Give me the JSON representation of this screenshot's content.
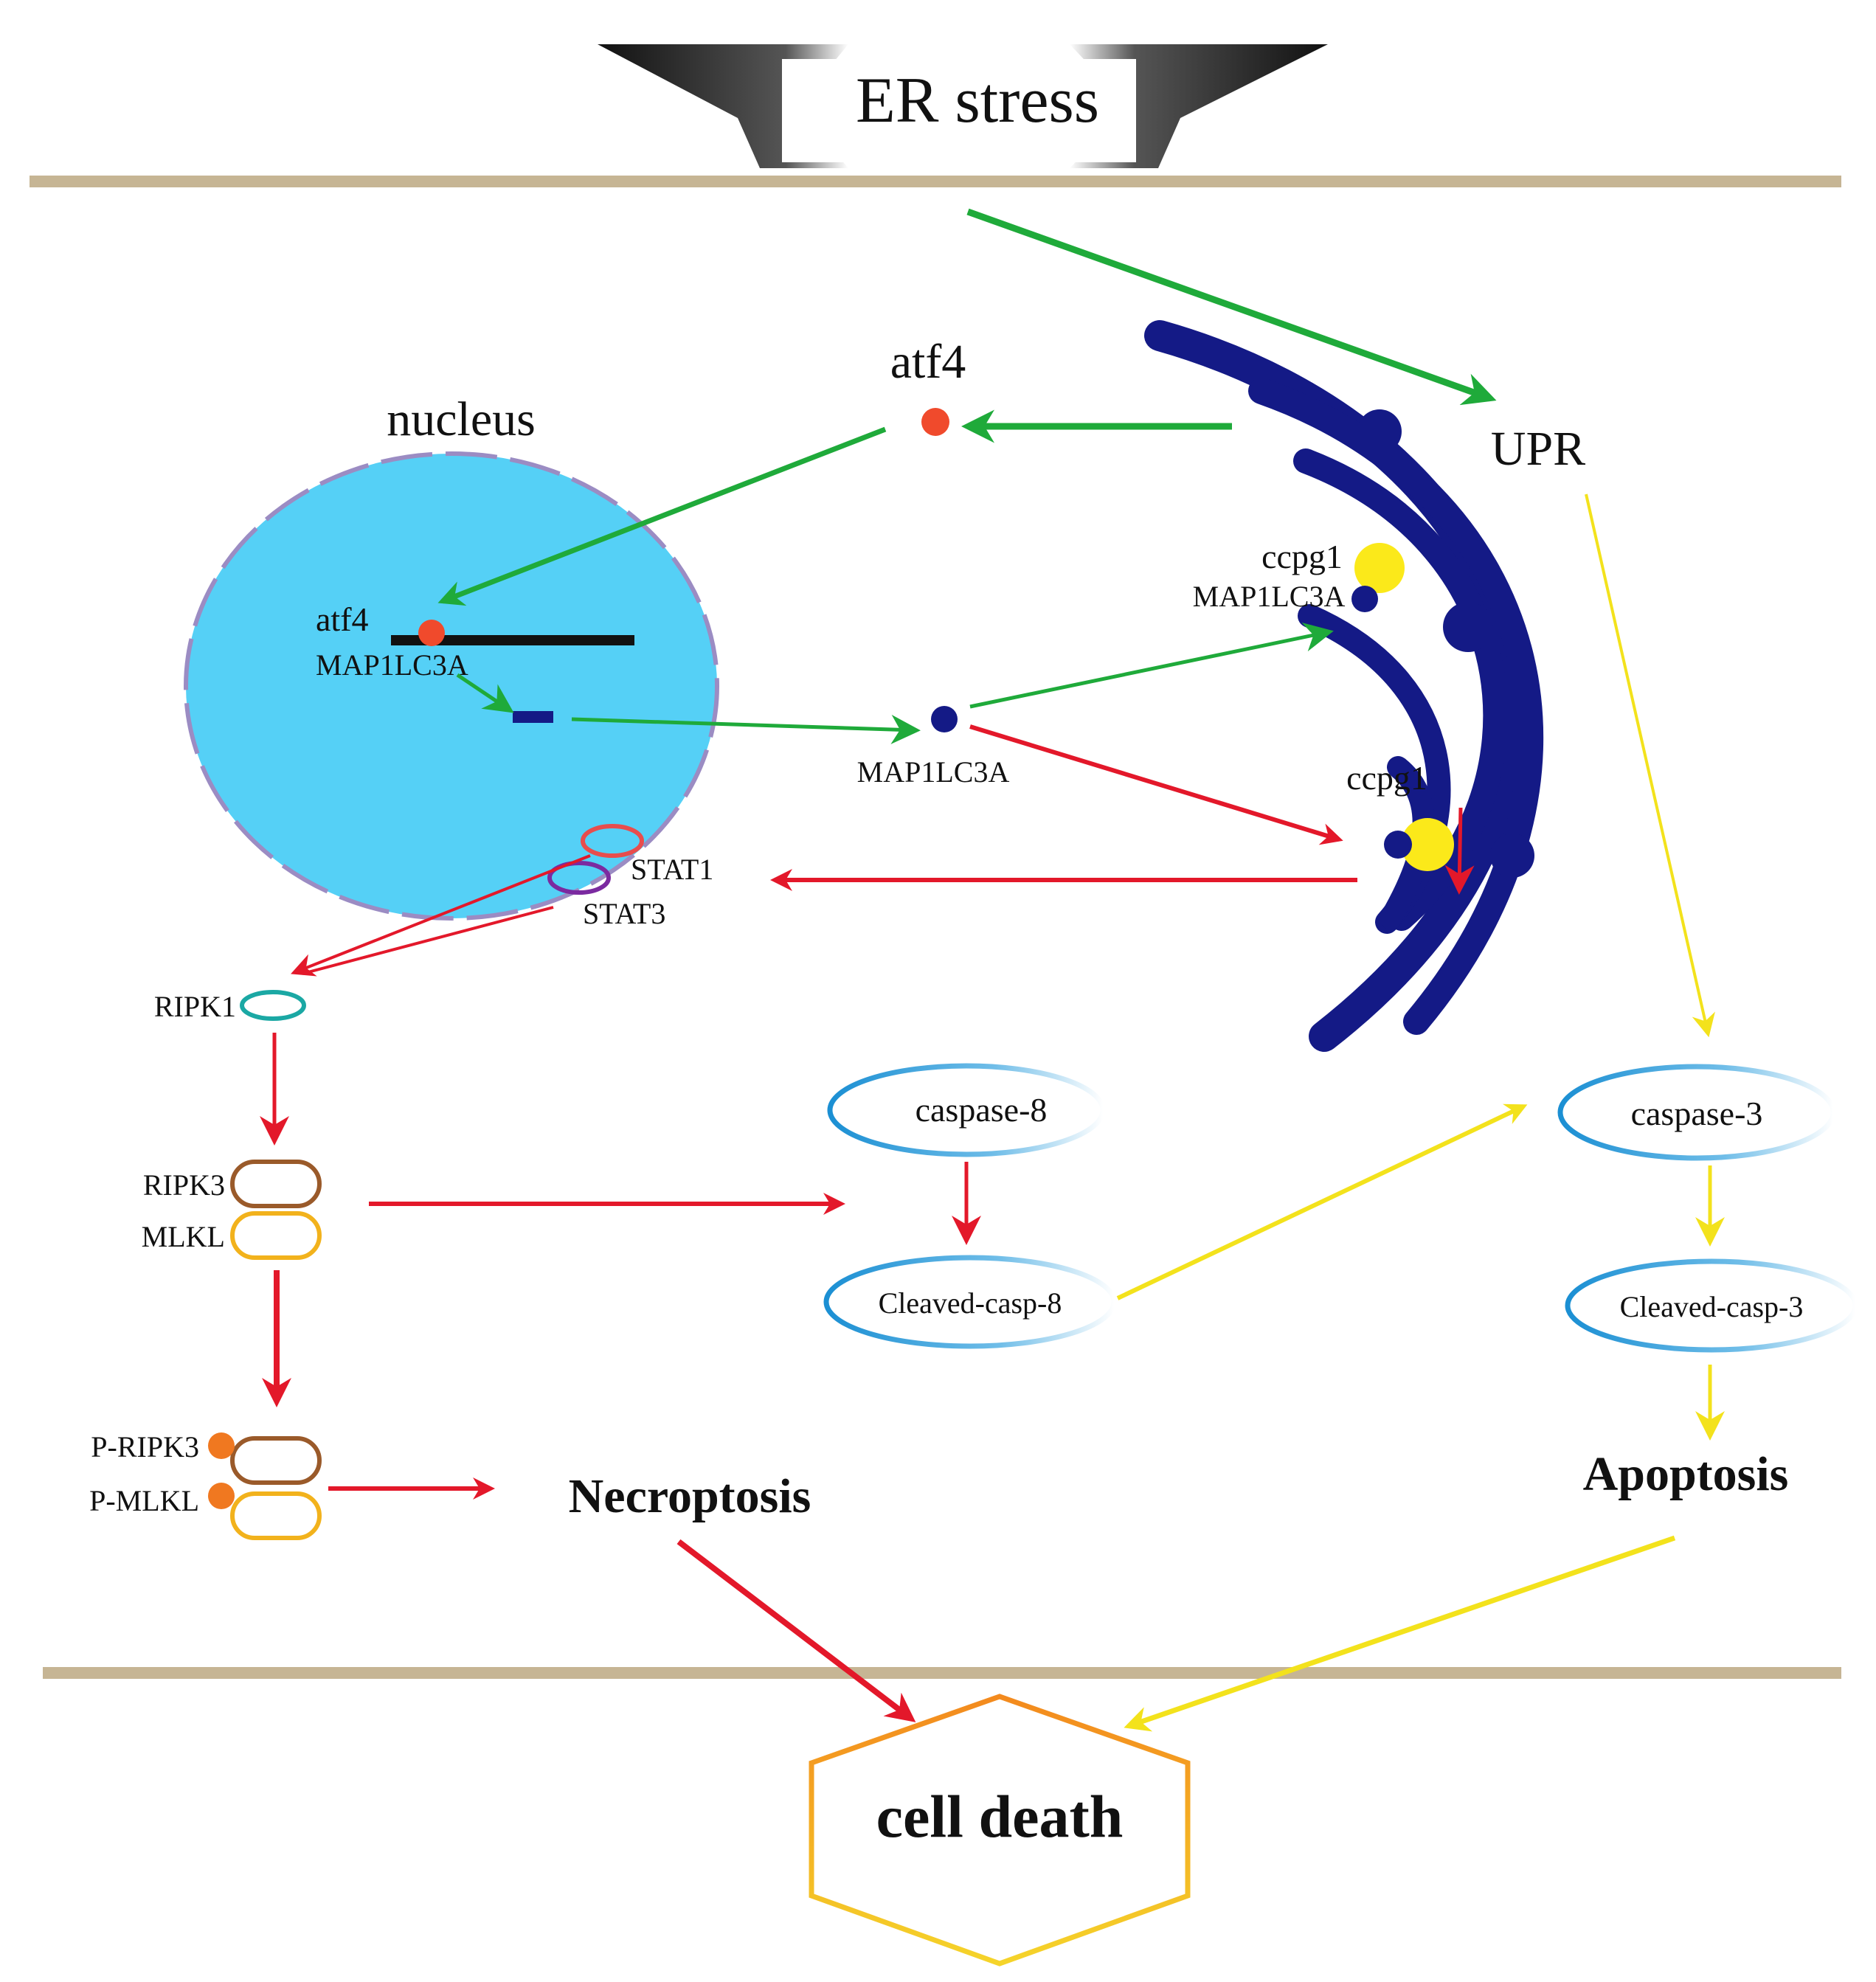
{
  "colors": {
    "membrane": "#c6b594",
    "nucleus_fill": "#55d0f6",
    "nucleus_border": "#9b8cc3",
    "er": "#141a86",
    "green_arrow": "#1faa3a",
    "red_arrow": "#e3182a",
    "yellow_arrow": "#f3e21c",
    "ccpg1": "#fbe91a",
    "atf4_dot": "#f04a2c",
    "caspase_ring": "#1b8fd3",
    "ripk1": "#1ba8a4",
    "stat1": "#e84d4d",
    "stat3": "#7b2aa0",
    "ripk3": "#9a5a2a",
    "mlkl": "#f2b21c",
    "phospho": "#f07820",
    "hexagon_top": "#f6a020",
    "hexagon_bottom": "#f4d62a"
  },
  "labels": {
    "er_stress": "ER stress",
    "nucleus": "nucleus",
    "atf4_cyto": "atf4",
    "atf4_nuc": "atf4",
    "map1lc3a_nuc": "MAP1LC3A",
    "map1lc3a_cyto": "MAP1LC3A",
    "upr": "UPR",
    "ccpg1_top": "ccpg1",
    "map1lc3a_er": "MAP1LC3A",
    "ccpg1_bottom": "ccpg1",
    "stat1": "STAT1",
    "stat3": "STAT3",
    "ripk1": "RIPK1",
    "ripk3": "RIPK3",
    "mlkl": "MLKL",
    "p_ripk3": "P-RIPK3",
    "p_mlkl": "P-MLKL",
    "caspase8": "caspase-8",
    "cleaved_casp8": "Cleaved-casp-8",
    "caspase3": "caspase-3",
    "cleaved_casp3": "Cleaved-casp-3",
    "necroptosis": "Necroptosis",
    "apoptosis": "Apoptosis",
    "cell_death": "cell death"
  }
}
